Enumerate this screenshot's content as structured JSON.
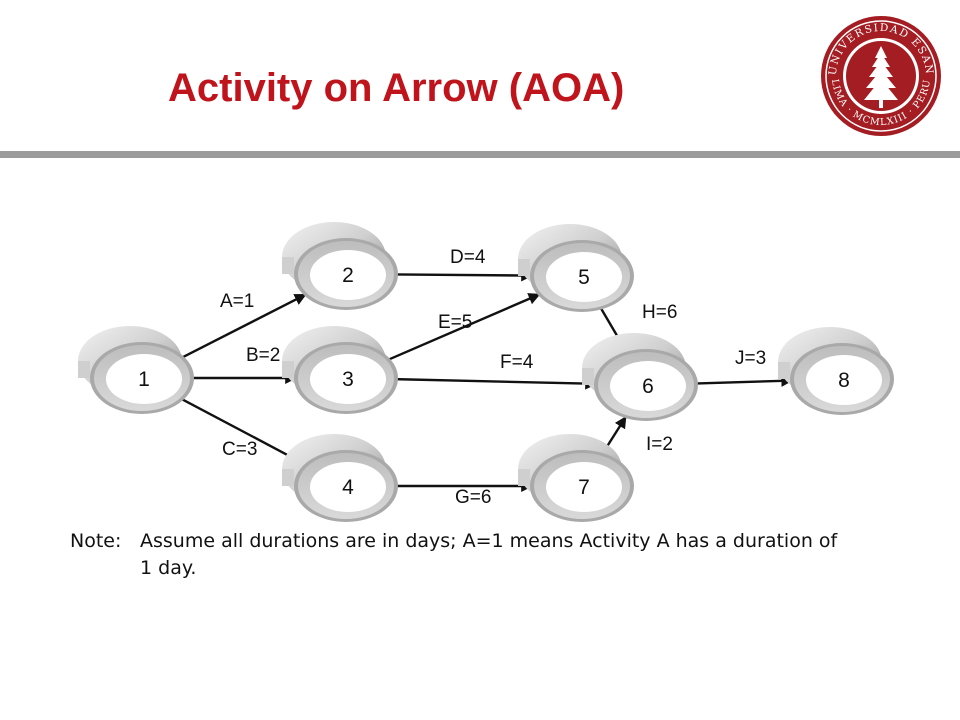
{
  "title": "Activity on Arrow (AOA)",
  "seal": {
    "ring_text": "UNIVERSIDAD ESAN · LIMA · MCMLXIII · PERU",
    "color": "#a31d22"
  },
  "diagram": {
    "nodes": [
      {
        "id": "n1",
        "label": "1"
      },
      {
        "id": "n2",
        "label": "2"
      },
      {
        "id": "n3",
        "label": "3"
      },
      {
        "id": "n4",
        "label": "4"
      },
      {
        "id": "n5",
        "label": "5"
      },
      {
        "id": "n6",
        "label": "6"
      },
      {
        "id": "n7",
        "label": "7"
      },
      {
        "id": "n8",
        "label": "8"
      }
    ],
    "activities": [
      {
        "label": "A=1",
        "from": "n1",
        "to": "n2"
      },
      {
        "label": "B=2",
        "from": "n1",
        "to": "n3"
      },
      {
        "label": "C=3",
        "from": "n1",
        "to": "n4"
      },
      {
        "label": "D=4",
        "from": "n2",
        "to": "n5"
      },
      {
        "label": "E=5",
        "from": "n3",
        "to": "n5"
      },
      {
        "label": "F=4",
        "from": "n3",
        "to": "n6"
      },
      {
        "label": "G=6",
        "from": "n4",
        "to": "n7"
      },
      {
        "label": "H=6",
        "from": "n5",
        "to": "n6"
      },
      {
        "label": "I=2",
        "from": "n7",
        "to": "n6"
      },
      {
        "label": "J=3",
        "from": "n6",
        "to": "n8"
      }
    ]
  },
  "note": {
    "label": "Note:",
    "text": "Assume all durations are in days;  A=1 means Activity A has a duration of 1 day."
  }
}
